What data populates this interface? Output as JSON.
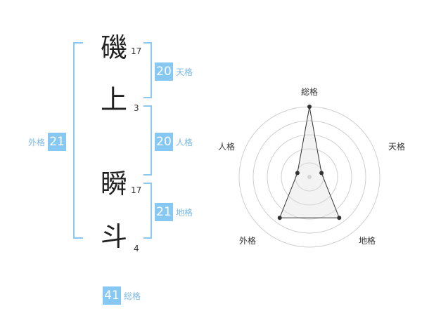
{
  "name": {
    "characters": [
      {
        "char": "磯",
        "strokes": "17"
      },
      {
        "char": "上",
        "strokes": "3"
      },
      {
        "char": "瞬",
        "strokes": "17"
      },
      {
        "char": "斗",
        "strokes": "4"
      }
    ]
  },
  "fortunes": {
    "tenkaku": {
      "value": "20",
      "label": "天格"
    },
    "jinkaku": {
      "value": "20",
      "label": "人格"
    },
    "chikaku": {
      "value": "21",
      "label": "地格"
    },
    "gaikaku": {
      "value": "21",
      "label": "外格"
    },
    "soukaku": {
      "value": "41",
      "label": "総格"
    }
  },
  "colors": {
    "accent": "#86c8f2",
    "bracket": "#8cc8f0",
    "label_text": "#7ab8e6"
  },
  "chart_data": {
    "type": "radar",
    "axes": [
      "総格",
      "天格",
      "地格",
      "外格",
      "人格"
    ],
    "values": [
      1.0,
      0.18,
      0.72,
      0.72,
      0.18
    ],
    "rings": 5,
    "range": [
      0,
      1
    ]
  }
}
